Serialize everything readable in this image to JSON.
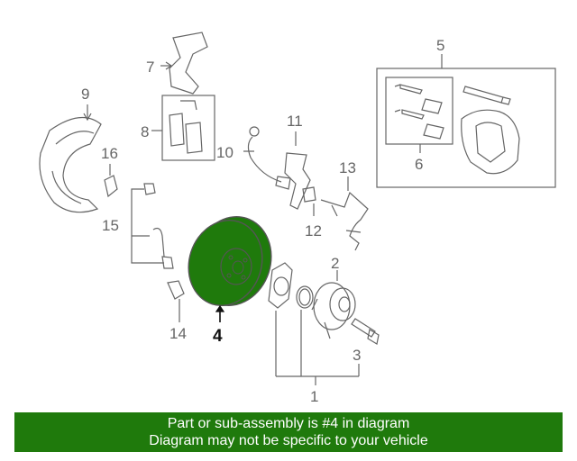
{
  "callouts": {
    "c1": "1",
    "c2": "2",
    "c3": "3",
    "c4": "4",
    "c5": "5",
    "c6": "6",
    "c7": "7",
    "c8": "8",
    "c9": "9",
    "c10": "10",
    "c11": "11",
    "c12": "12",
    "c13": "13",
    "c14": "14",
    "c15": "15",
    "c16": "16"
  },
  "highlighted_part": "4",
  "colors": {
    "highlight": "#1f7a0c",
    "line": "#666666",
    "banner_bg": "#1f7a0c",
    "banner_text": "#ffffff"
  },
  "banner": {
    "line1": "Part or sub-assembly is #4 in diagram",
    "line2": "Diagram may not be specific to your vehicle"
  }
}
